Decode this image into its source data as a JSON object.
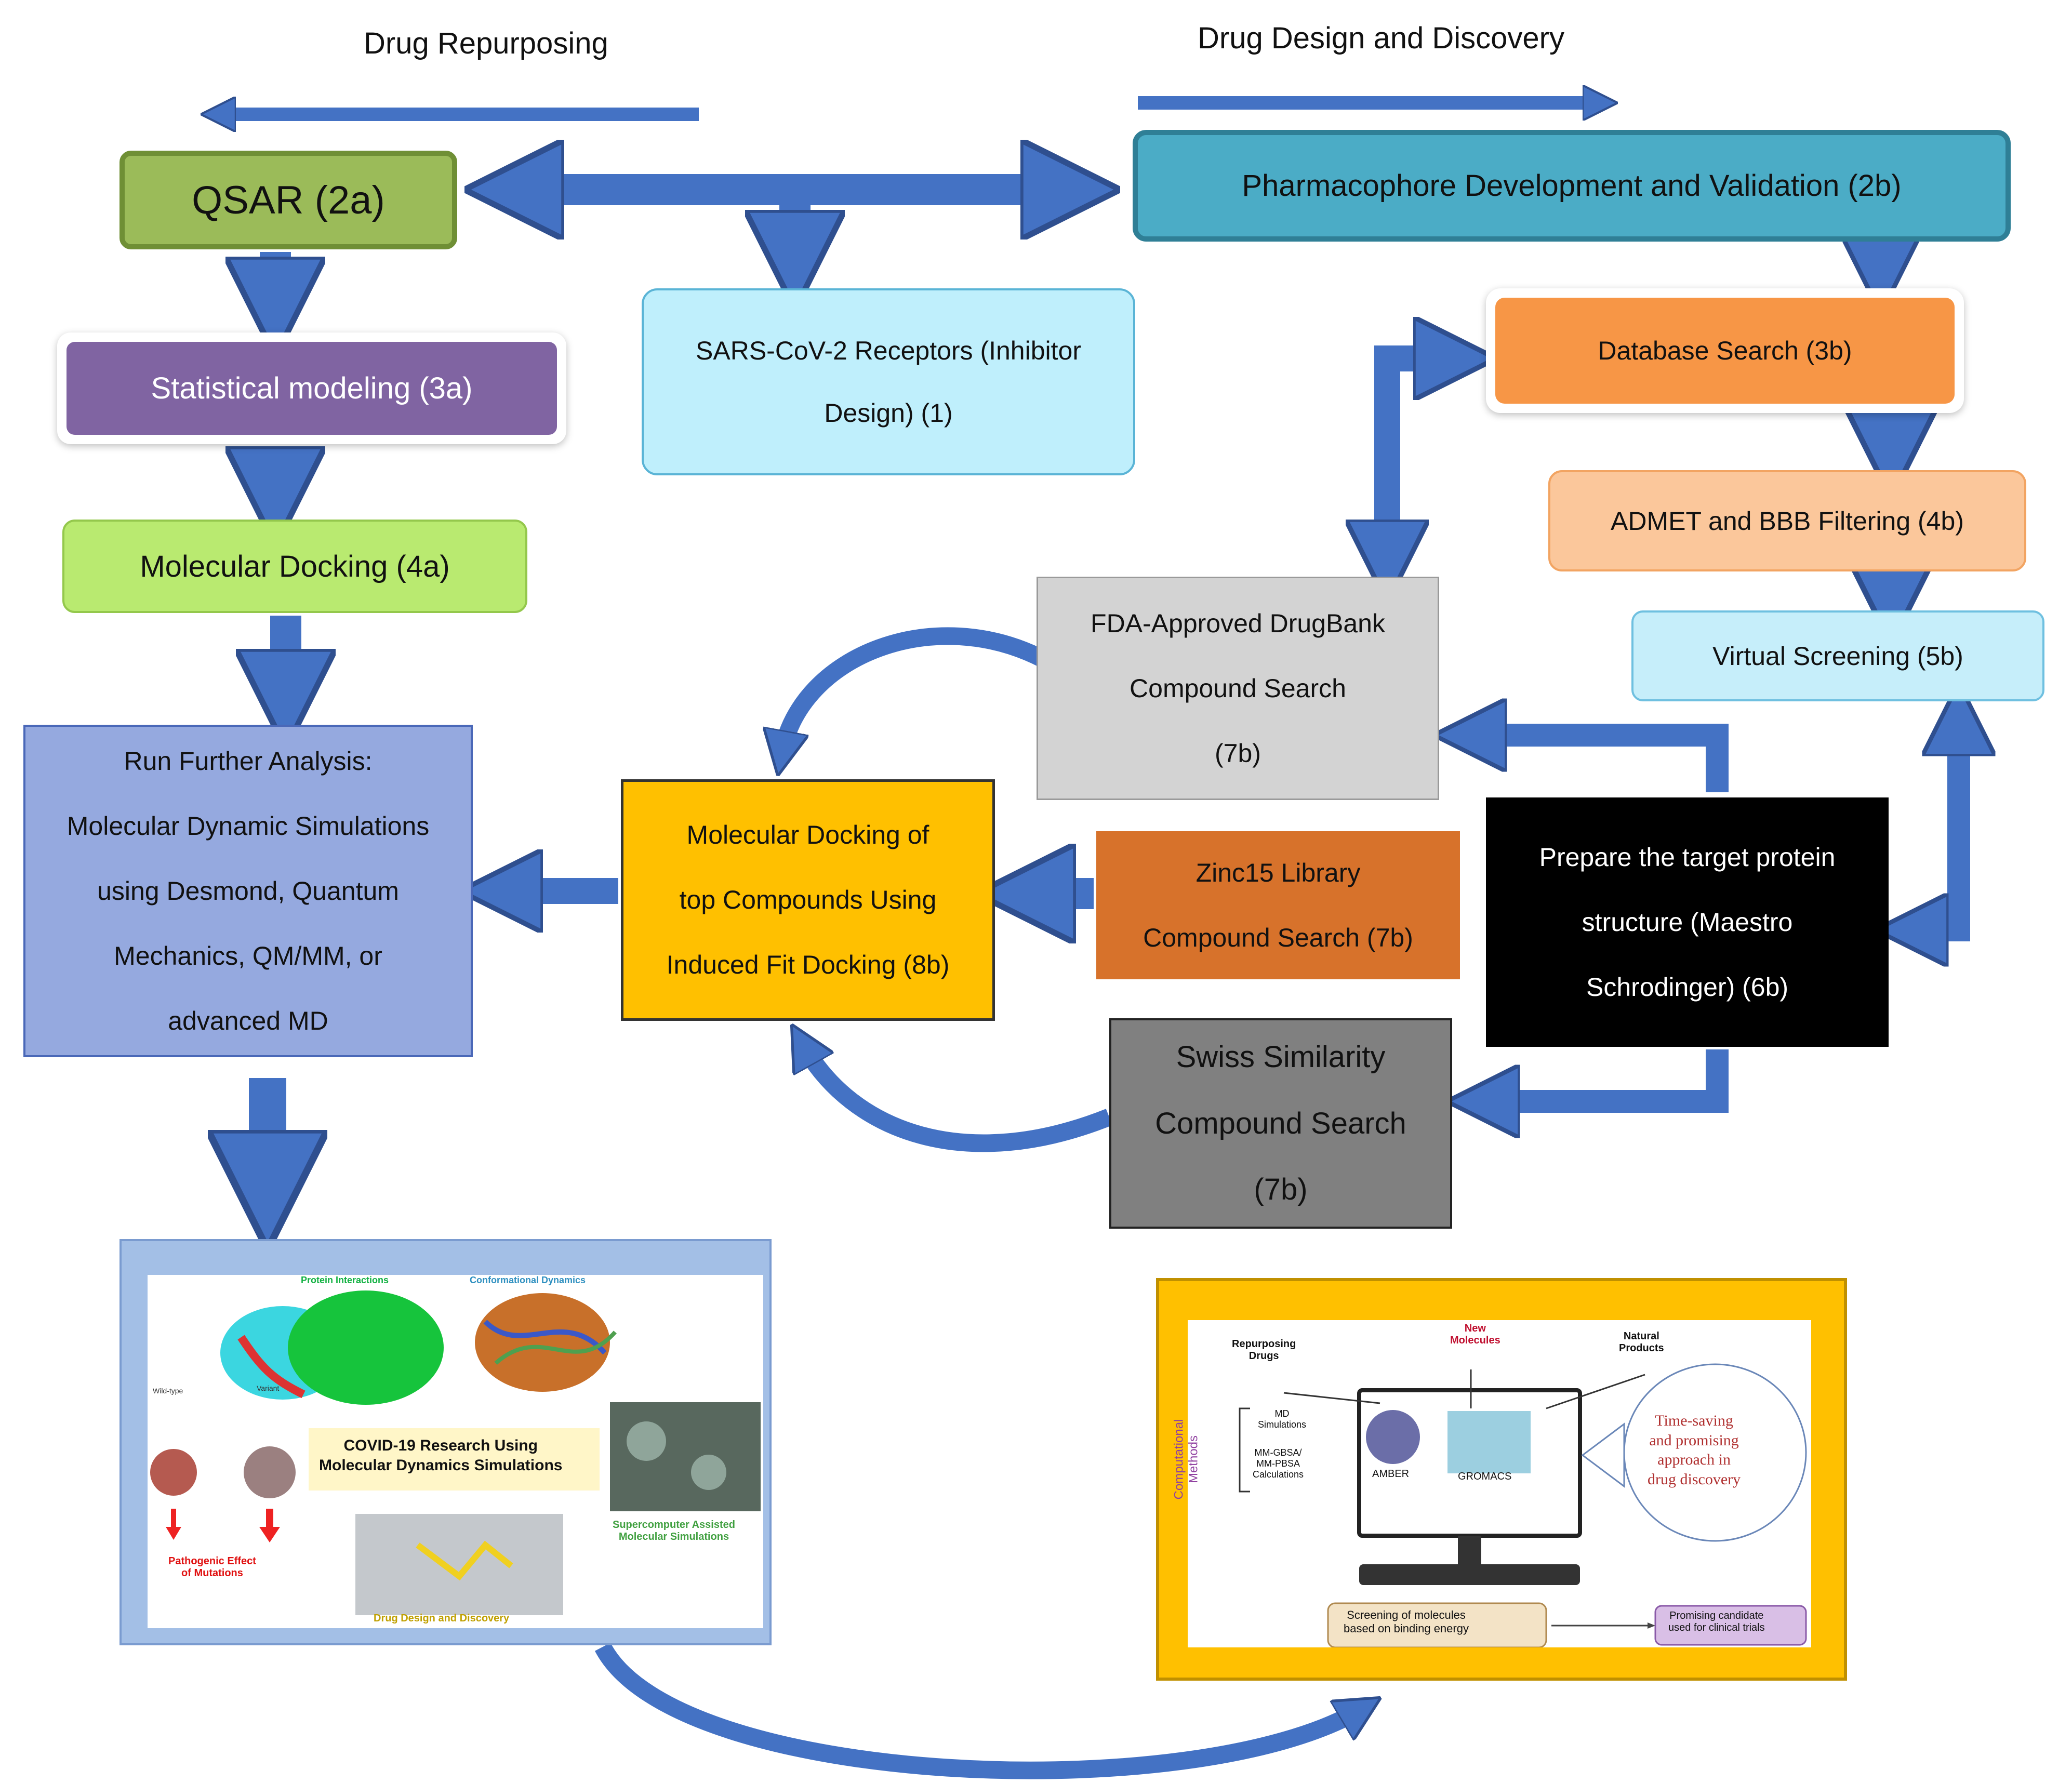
{
  "headers": {
    "left": "Drug Repurposing",
    "right": "Drug Design and Discovery"
  },
  "boxes": {
    "qsar": "QSAR (2a)",
    "pharmacophore": "Pharmacophore Development and Validation (2b)",
    "sars": "SARS-CoV-2 Receptors (Inhibitor\nDesign) (1)",
    "statistical": "Statistical modeling (3a)",
    "docking_4a": "Molecular Docking (4a)",
    "run_further": "Run Further Analysis:\nMolecular Dynamic Simulations\nusing Desmond, Quantum\nMechanics, QM/MM, or\nadvanced MD",
    "database": "Database Search (3b)",
    "admet": "ADMET and BBB Filtering (4b)",
    "virtual": "Virtual Screening (5b)",
    "fda": "FDA-Approved DrugBank\nCompound Search\n(7b)",
    "prepare": "Prepare the target protein\nstructure (Maestro\nSchrodinger) (6b)",
    "zinc": "Zinc15 Library\nCompound Search (7b)",
    "docking_8b": "Molecular Docking of\ntop Compounds Using\nInduced Fit Docking (8b)",
    "swiss": "Swiss Similarity\nCompound Search\n(7b)"
  },
  "figure_left": {
    "protein_interactions": "Protein Interactions",
    "conformational_dynamics": "Conformational Dynamics",
    "wild_type": "Wild-type",
    "variant": "Variant",
    "center_title": "COVID-19 Research Using\nMolecular Dynamics Simulations",
    "pathogenic": "Pathogenic Effect\nof Mutations",
    "supercomputer": "Supercomputer Assisted\nMolecular Simulations",
    "drug_design": "Drug Design and Discovery"
  },
  "figure_right": {
    "repurposing": "Repurposing\nDrugs",
    "new_molecules": "New\nMolecules",
    "natural_products": "Natural\nProducts",
    "computational": "Computational\nMethods",
    "md_sim": "MD\nSimulations",
    "mmgbsa": "MM-GBSA/\nMM-PBSA\nCalculations",
    "amber": "AMBER",
    "gromacs": "GROMACS",
    "time_saving": "Time-saving\nand promising\napproach in\ndrug discovery",
    "screening": "Screening of molecules\nbased on binding energy",
    "promising": "Promising candidate\nused for clinical trials"
  },
  "colors": {
    "arrow": "#4472c4",
    "arrow_edge": "#2f4f8f",
    "qsar": "#9bbb59",
    "pharmacophore": "#4bacc6",
    "statistical": "#8064a2",
    "docking_8b": "#ffc000"
  }
}
